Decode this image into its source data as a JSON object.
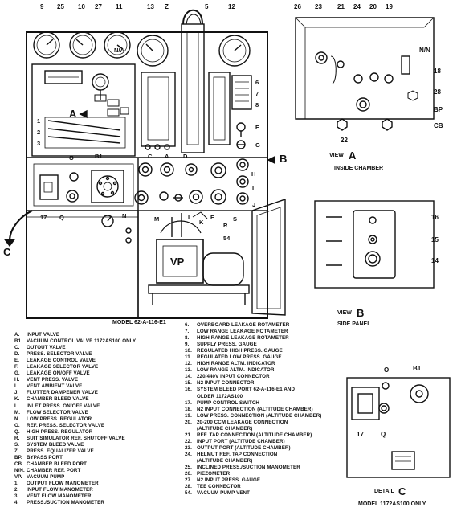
{
  "main": {
    "model_caption": "MODEL 62-A-116-E1",
    "top_callouts": [
      "9",
      "25",
      "10",
      "27",
      "11",
      "13",
      "Z",
      "5",
      "12"
    ],
    "section_A_arrow": "A",
    "section_B_arrow": "B",
    "section_C_arrow": "C",
    "panel_callouts_left": [
      "N/A",
      "1",
      "2",
      "3",
      "O",
      "B1",
      "17",
      "Q",
      "N",
      "M"
    ],
    "panel_callouts_mid": [
      "C",
      "A",
      "D",
      "H",
      "I",
      "J",
      "E",
      "R",
      "S",
      "L",
      "K",
      "54",
      "VP"
    ],
    "panel_callouts_right": [
      "6",
      "7",
      "8",
      "F",
      "G"
    ]
  },
  "view_a": {
    "callouts_top": [
      "26",
      "23",
      "21",
      "24",
      "20",
      "19",
      "N/N"
    ],
    "callouts_side": [
      "18",
      "28",
      "BP",
      "CB",
      "22"
    ],
    "title_letter": "A",
    "title_view": "VIEW",
    "subtitle": "INSIDE CHAMBER"
  },
  "view_b": {
    "callouts": [
      "16",
      "15",
      "14"
    ],
    "title_letter": "B",
    "title_view": "VIEW",
    "subtitle": "SIDE PANEL"
  },
  "detail_c": {
    "callouts": [
      "O",
      "B1",
      "17",
      "Q"
    ],
    "title_letter": "C",
    "title_view": "DETAIL",
    "subtitle": "MODEL 1172AS100 ONLY"
  },
  "legend_left": [
    {
      "key": "A.",
      "text": "INPUT VALVE"
    },
    {
      "key": "B1",
      "text": "VACUUM CONTROL VALVE 1172AS100 ONLY"
    },
    {
      "key": "C.",
      "text": "OUTOUT VALVE"
    },
    {
      "key": "D.",
      "text": "PRESS. SELECTOR VALVE"
    },
    {
      "key": "E.",
      "text": "LEAKAGE CONTROL VALVE"
    },
    {
      "key": "F.",
      "text": "LEAKAGE SELECTOR VALVE"
    },
    {
      "key": "G.",
      "text": "LEAKAGE ON/OFF VALVE"
    },
    {
      "key": "H.",
      "text": "VENT PRESS. VALVE"
    },
    {
      "key": "I.",
      "text": "VENT AMBIENT VALVE"
    },
    {
      "key": "J.",
      "text": "FLUTTER DAMPENER VALVE"
    },
    {
      "key": "K.",
      "text": "CHAMBER BLEED VALVE"
    },
    {
      "key": "L.",
      "text": "INLET PRESS. ON/OFF VALVE"
    },
    {
      "key": "M.",
      "text": "FLOW SELECTOR VALVE"
    },
    {
      "key": "N.",
      "text": "LOW PRESS. REGULATOR"
    },
    {
      "key": "O.",
      "text": "REF. PRESS. SELECTOR VALVE"
    },
    {
      "key": "Q.",
      "text": "HIGH PRESS. REGULATOR"
    },
    {
      "key": "R.",
      "text": "SUIT SIMULATOR REF. SHUTOFF VALVE"
    },
    {
      "key": "S.",
      "text": "SYSTEM BLEED VALVE"
    },
    {
      "key": "Z.",
      "text": "PRESS. EQUALIZER VALVE"
    },
    {
      "key": "BP.",
      "text": "BYPASS PORT"
    },
    {
      "key": "CB.",
      "text": "CHAMBER BLEED PORT"
    },
    {
      "key": "N/N.",
      "text": "CHAMBER REF. PORT"
    },
    {
      "key": "VP.",
      "text": "VACUUM PUMP"
    },
    {
      "key": "1.",
      "text": "OUTPUT FLOW MANOMETER"
    },
    {
      "key": "2.",
      "text": "INPUT FLOW MANOMETER"
    },
    {
      "key": "3.",
      "text": "VENT FLOW MANOMETER"
    },
    {
      "key": "4.",
      "text": "PRESS./SUCTION MANOMETER"
    }
  ],
  "legend_right": [
    {
      "key": "6.",
      "text": "OVERBOARD LEAKAGE ROTAMETER"
    },
    {
      "key": "7.",
      "text": "LOW RANGE LEAKAGE ROTAMETER"
    },
    {
      "key": "8.",
      "text": "HIGH RANGE LEAKAGE ROTAMETER"
    },
    {
      "key": "9.",
      "text": "SUPPLY PRESS. GAUGE"
    },
    {
      "key": "10.",
      "text": "REGULATED HIGH PRESS. GAUGE"
    },
    {
      "key": "11.",
      "text": "REGULATED LOW PRESS. GAUGE"
    },
    {
      "key": "12.",
      "text": "HIGH RANGE ALTM. INDICATOR"
    },
    {
      "key": "13.",
      "text": "LOW RANGE ALTM. INDICATOR"
    },
    {
      "key": "14.",
      "text": "220/440V INPUT CONNECTOR"
    },
    {
      "key": "15.",
      "text": "N2 INPUT CONNECTOR"
    },
    {
      "key": "16.",
      "text": "SYSTEM BLEED PORT 62-A-116-E1 AND"
    },
    {
      "key": "",
      "text": "OLDER 1172AS100"
    },
    {
      "key": "17.",
      "text": "PUMP CONTROL SWITCH"
    },
    {
      "key": "18.",
      "text": "N2 INPUT CONNECTION (ALTITUDE CHAMBER)"
    },
    {
      "key": "19.",
      "text": "LOW PRESS. CONNECTION (ALTITUDE CHAMBER)"
    },
    {
      "key": "20.",
      "text": "20-200 CCM LEAKAGE CONNECTION"
    },
    {
      "key": "",
      "text": "(ALTITUDE CHAMBER)"
    },
    {
      "key": "21.",
      "text": "REF. TAP CONNECTION (ALTITUDE CHAMBER)"
    },
    {
      "key": "22.",
      "text": "INPUT PORT (ALTITUDE CHAMBER)"
    },
    {
      "key": "23.",
      "text": "OUTPUT PORT (ALTITUDE CHAMBER)"
    },
    {
      "key": "24.",
      "text": "HELMUT REF. TAP CONNECTION"
    },
    {
      "key": "",
      "text": "(ALTITUDE CHAMBER)"
    },
    {
      "key": "25.",
      "text": "INCLINED PRESS./SUCTION MANOMETER"
    },
    {
      "key": "26.",
      "text": "PIEZOMETER"
    },
    {
      "key": "27.",
      "text": "N2 INPUT PRESS. GAUGE"
    },
    {
      "key": "28.",
      "text": "TEE CONNECTOR"
    },
    {
      "key": "54.",
      "text": "VACUUM PUMP VENT"
    }
  ]
}
